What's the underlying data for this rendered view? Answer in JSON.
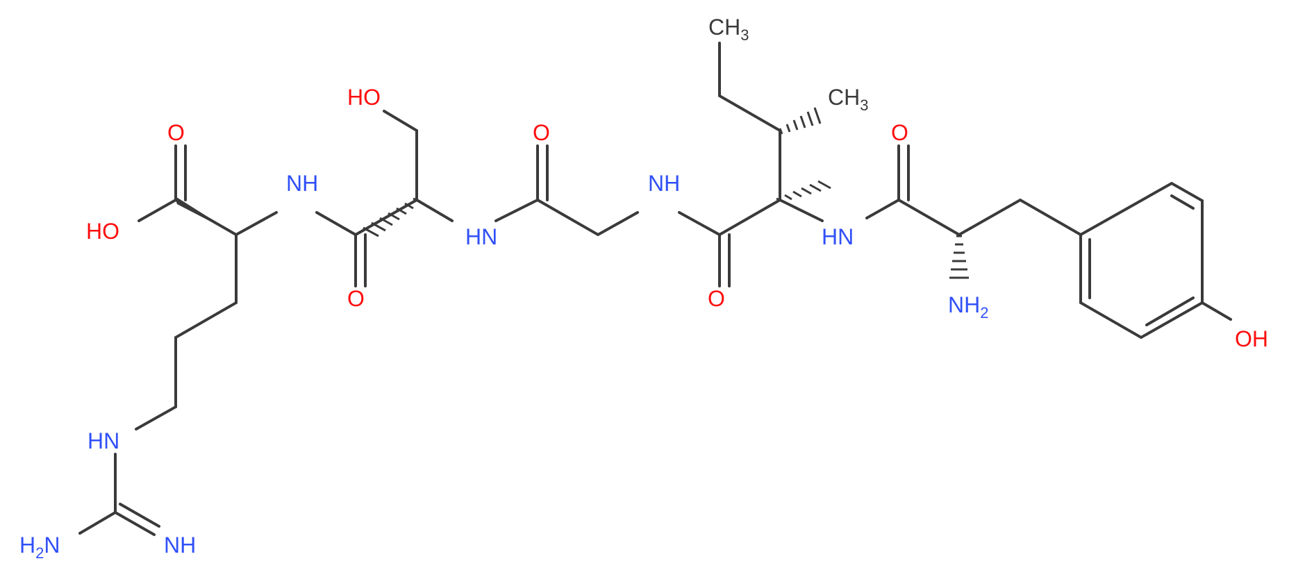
{
  "colors": {
    "bond": "#3a3a3a",
    "oxygen": "#ff0d0d",
    "nitrogen": "#3050f8",
    "carbon_label": "#3a3a3a",
    "background": "#ffffff"
  },
  "labels": {
    "ch3_top": "CH",
    "ch3_top_sub": "3",
    "ch3_mid": "CH",
    "ch3_mid_sub": "3",
    "ho_ser": "HO",
    "o_gly": "O",
    "nh_gly": "NH",
    "o_ile": "O",
    "nh_ile": "HN",
    "o_tyr": "O",
    "nh2_tyr": "NH",
    "nh2_tyr_sub": "2",
    "oh_phenol": "OH",
    "o_acid": "O",
    "oh_acid": "HO",
    "nh_arg": "NH",
    "o_ser": "O",
    "nh_ser": "HN",
    "o_ile2": "O",
    "hn_guan": "HN",
    "h2n_guan_h": "H",
    "h2n_guan_sub": "2",
    "h2n_guan_n": "N",
    "nh_imine": "NH"
  }
}
